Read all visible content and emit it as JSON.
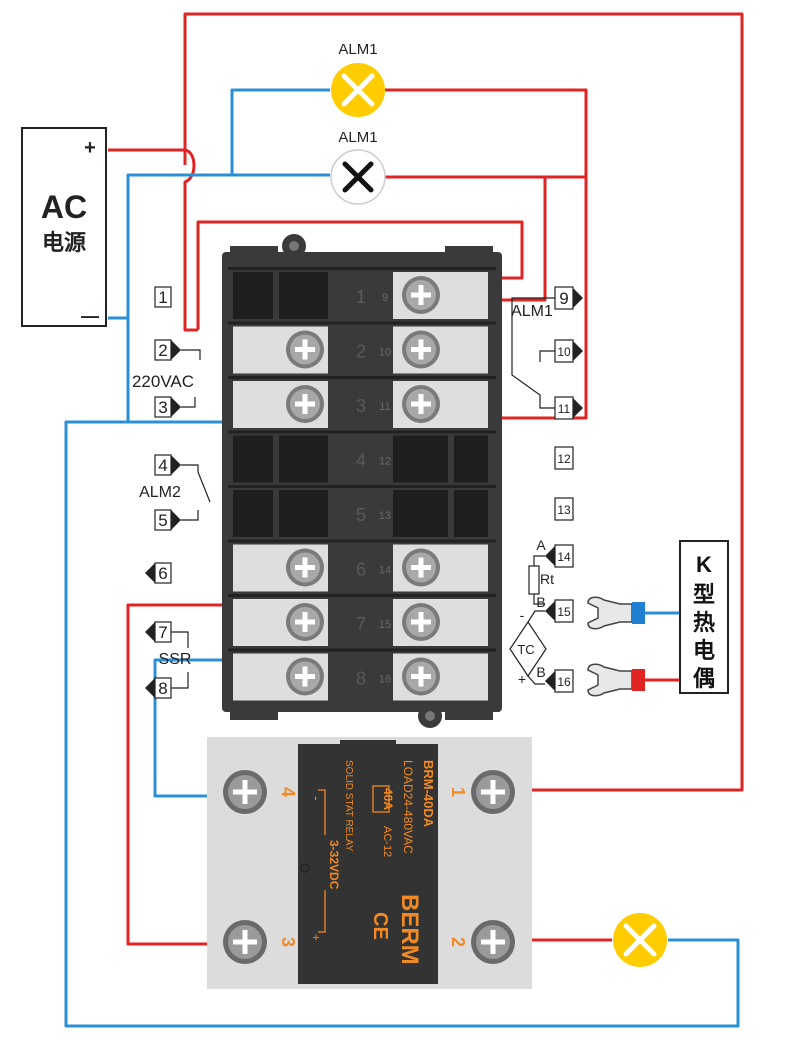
{
  "ac_source": {
    "label": "AC",
    "sublabel": "电源",
    "plus": "+",
    "minus": "—"
  },
  "lamps": {
    "alarm_lamp_label": "ALM1",
    "indicator_lamp_label": "ALM1"
  },
  "left_terminals": {
    "t1": "1",
    "t2": "2",
    "t3": "3",
    "t4": "4",
    "t5": "5",
    "t6": "6",
    "t7": "7",
    "t8": "8",
    "supply_label": "220VAC",
    "alm2_label": "ALM2",
    "ssr_label": "SSR"
  },
  "right_terminals": {
    "t9": "9",
    "t10": "10",
    "t11": "11",
    "t12": "12",
    "t13": "13",
    "t14": "14",
    "t15": "15",
    "t16": "16",
    "alm1_label": "ALM1",
    "rtd_a": "A",
    "rtd_rt": "Rt",
    "rtd_b": "B",
    "tc_label": "TC",
    "tc_b": "B",
    "tc_minus": "-",
    "tc_plus": "+"
  },
  "terminal_block": {
    "rows": [
      "1",
      "2",
      "3",
      "4",
      "5",
      "6",
      "7",
      "8"
    ],
    "right_numbers": [
      "9",
      "10",
      "11",
      "12",
      "13",
      "14",
      "15",
      "16"
    ]
  },
  "thermocouple": {
    "label_chars": [
      "K",
      "型",
      "热",
      "电",
      "偶"
    ]
  },
  "ssr": {
    "brand": "BERM",
    "model": "BRM-40DA",
    "load": "LOAD24-480VAC",
    "current": "40A",
    "category": "AC-12",
    "type": "SOLID STAT RELAY",
    "control": "3-32VDC",
    "ce": "CE",
    "pin1": "1",
    "pin2": "2",
    "pin3": "3",
    "pin4": "4",
    "minus": "-",
    "plus": "+"
  },
  "colors": {
    "live_wire": "#e02424",
    "neutral_wire": "#2b8fd6",
    "lamp_on": "#ffcc00",
    "block_dark": "#333333",
    "ssr_accent": "#f08a24"
  }
}
